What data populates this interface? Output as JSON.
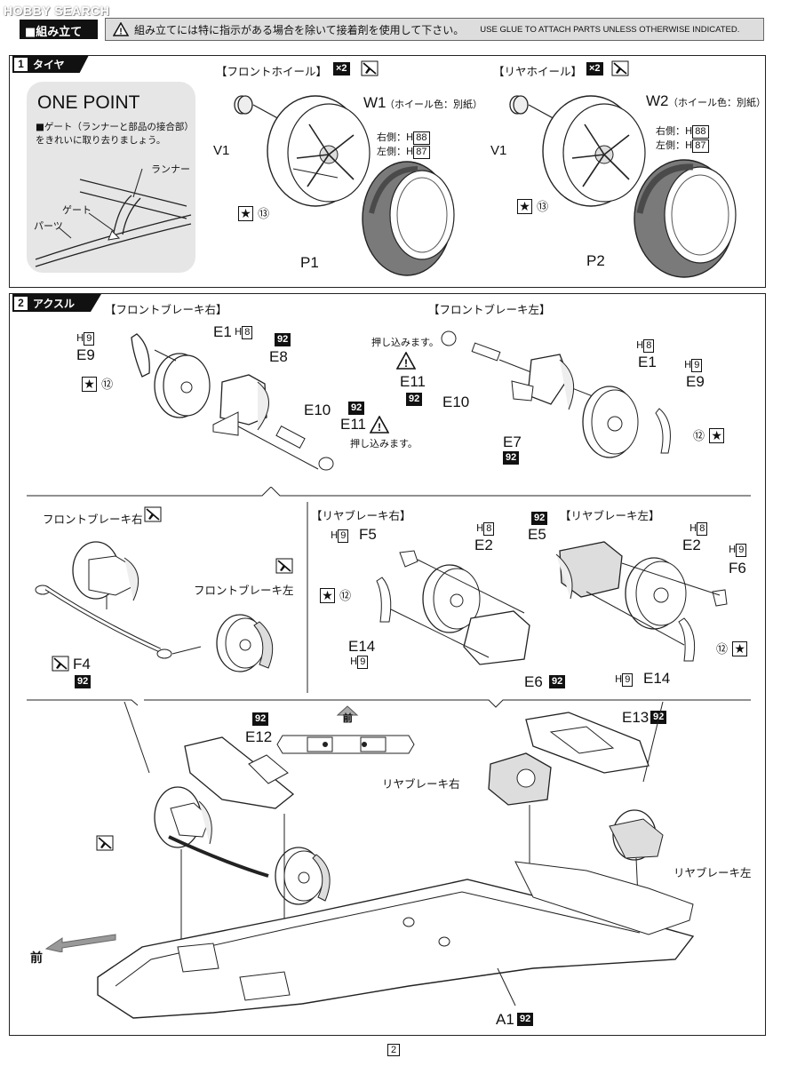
{
  "watermark": "HOBBY SEARCH",
  "header": {
    "title": "■組み立て",
    "note_jp": "組み立てには特に指示がある場合を除いて接着剤を使用して下さい。",
    "note_en": "USE GLUE TO ATTACH PARTS UNLESS OTHERWISE INDICATED."
  },
  "section1": {
    "num": "1",
    "title": "タイヤ",
    "one_point": {
      "title": "ONE POINT",
      "desc": "■ゲート（ランナーと部品の接合部）をきれいに取り去りましょう。",
      "label_runner": "ランナー",
      "label_gate": "ゲート",
      "label_parts": "パーツ"
    },
    "front_wheel": {
      "heading": "【フロントホイール】",
      "mult": "×2",
      "part_v": "V1",
      "part_w": "W1",
      "wheel_color_note": "（ホイール色：別紙）",
      "right_label": "右側：H",
      "right_code": "88",
      "left_label": "左側：H",
      "left_code": "87",
      "star_num": "⑬",
      "tire": "P1"
    },
    "rear_wheel": {
      "heading": "【リヤホイール】",
      "mult": "×2",
      "part_v": "V1",
      "part_w": "W2",
      "wheel_color_note": "（ホイール色：別紙）",
      "right_label": "右側：H",
      "right_code": "88",
      "left_label": "左側：H",
      "left_code": "87",
      "star_num": "⑬",
      "tire": "P2"
    }
  },
  "section2": {
    "num": "2",
    "title": "アクスル",
    "front_brake_right": {
      "heading": "【フロントブレーキ右】",
      "h9": "H",
      "h9_code": "9",
      "e9": "E9",
      "e1": "E1",
      "h8": "H",
      "h8_code": "8",
      "e8": "E8",
      "code92": "92",
      "star_num": "⑫",
      "e10": "E10",
      "e11": "E11",
      "push_note": "押し込みます。"
    },
    "front_brake_left": {
      "heading": "【フロントブレーキ左】",
      "push_note": "押し込みます。",
      "e11": "E11",
      "code92a": "92",
      "e10": "E10",
      "h8": "H",
      "h8_code": "8",
      "e1": "E1",
      "h9": "H",
      "h9_code": "9",
      "e9": "E9",
      "e7": "E7",
      "code92b": "92",
      "star_num": "⑫"
    },
    "tie_rod": {
      "fbr_label": "フロントブレーキ右",
      "fbl_label": "フロントブレーキ左",
      "f4": "F4",
      "code92": "92"
    },
    "rear_brake_right": {
      "heading": "【リヤブレーキ右】",
      "h9": "H",
      "h9_code": "9",
      "f5": "F5",
      "h8": "H",
      "h8_code": "8",
      "e2": "E2",
      "star_num": "⑫",
      "e14": "E14",
      "h9b": "H",
      "h9b_code": "9",
      "e6": "E6",
      "code92": "92"
    },
    "rear_brake_left": {
      "heading": "【リヤブレーキ左】",
      "code92": "92",
      "e5": "E5",
      "h8": "H",
      "h8_code": "8",
      "e2": "E2",
      "h9": "H",
      "h9_code": "9",
      "f6": "F6",
      "star_num": "⑫",
      "h9b": "H",
      "h9b_code": "9",
      "e14": "E14"
    },
    "chassis": {
      "code92_e12": "92",
      "e12": "E12",
      "front_mark": "前",
      "e13": "E13",
      "code92_e13": "92",
      "rbr_label": "リヤブレーキ右",
      "rbl_label": "リヤブレーキ左",
      "front_arrow_label": "前",
      "a1": "A1",
      "code92_a1": "92"
    }
  },
  "page_number": "2",
  "colors": {
    "tire_fill": "#7a7a7a",
    "tire_dark": "#4a4a4a",
    "panel_gray": "#e6e6e6",
    "header_bg": "#dddddd"
  }
}
